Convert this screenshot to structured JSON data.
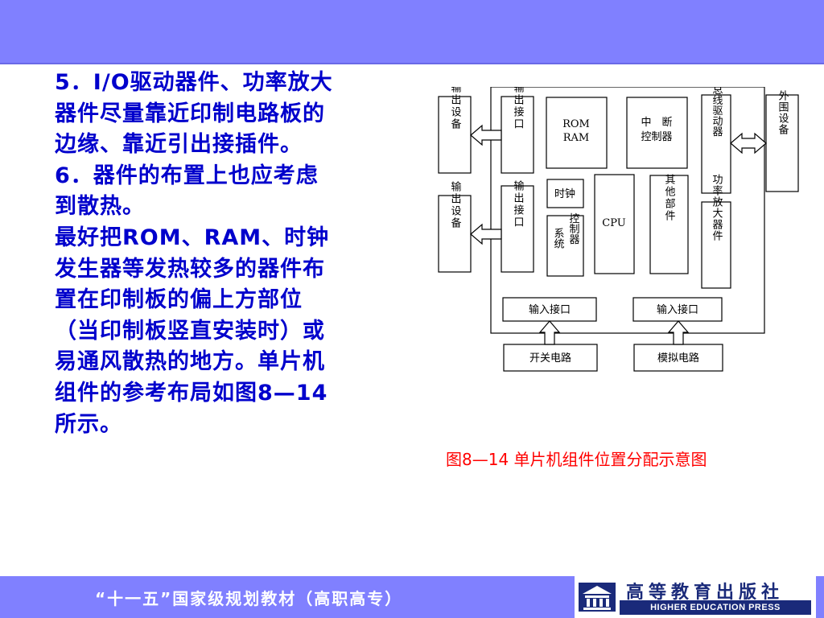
{
  "body_text": {
    "lines": [
      "5．I/O驱动器件、功率放大",
      "器件尽量靠近印制电路板的",
      "边缘、靠近引出接插件。",
      "6．器件的布置上也应考虑",
      "到散热。",
      "最好把ROM、RAM、时钟",
      "发生器等发热较多的器件布",
      "置在印制板的偏上方部位",
      "（当印制板竖直安装时）或",
      "易通风散热的地方。单片机",
      "组件的参考布局如图8—14",
      "所示。"
    ]
  },
  "diagram": {
    "output_device_1": "输出设备",
    "output_device_2": "输出设备",
    "output_port_1": "输出接口",
    "output_port_2": "输出接口",
    "rom_ram": [
      "ROM",
      "RAM"
    ],
    "interrupt_controller": [
      "中　断",
      "控制器"
    ],
    "bus_driver": "双向总线驱动器",
    "peripheral": "外围设备",
    "clock": "时钟",
    "cpu": "CPU",
    "other_parts": "其他部件",
    "power_amp": "功率放大器件",
    "system_controller": [
      "控制器",
      "系统"
    ],
    "input_port_1": "输入接口",
    "input_port_2": "输入接口",
    "switch_circuit": "开关电路",
    "analog_circuit": "模拟电路"
  },
  "caption": "图8—14 单片机组件位置分配示意图",
  "footer": {
    "series_text": "“十一五”国家级规划教材（高职高专）",
    "publisher_cn": "高等教育出版社",
    "publisher_en": "HIGHER EDUCATION PRESS"
  },
  "colors": {
    "band": "#8080ff",
    "body_text": "#0000cc",
    "caption": "#ff0000",
    "publisher_navy": "#1a2a7a"
  }
}
